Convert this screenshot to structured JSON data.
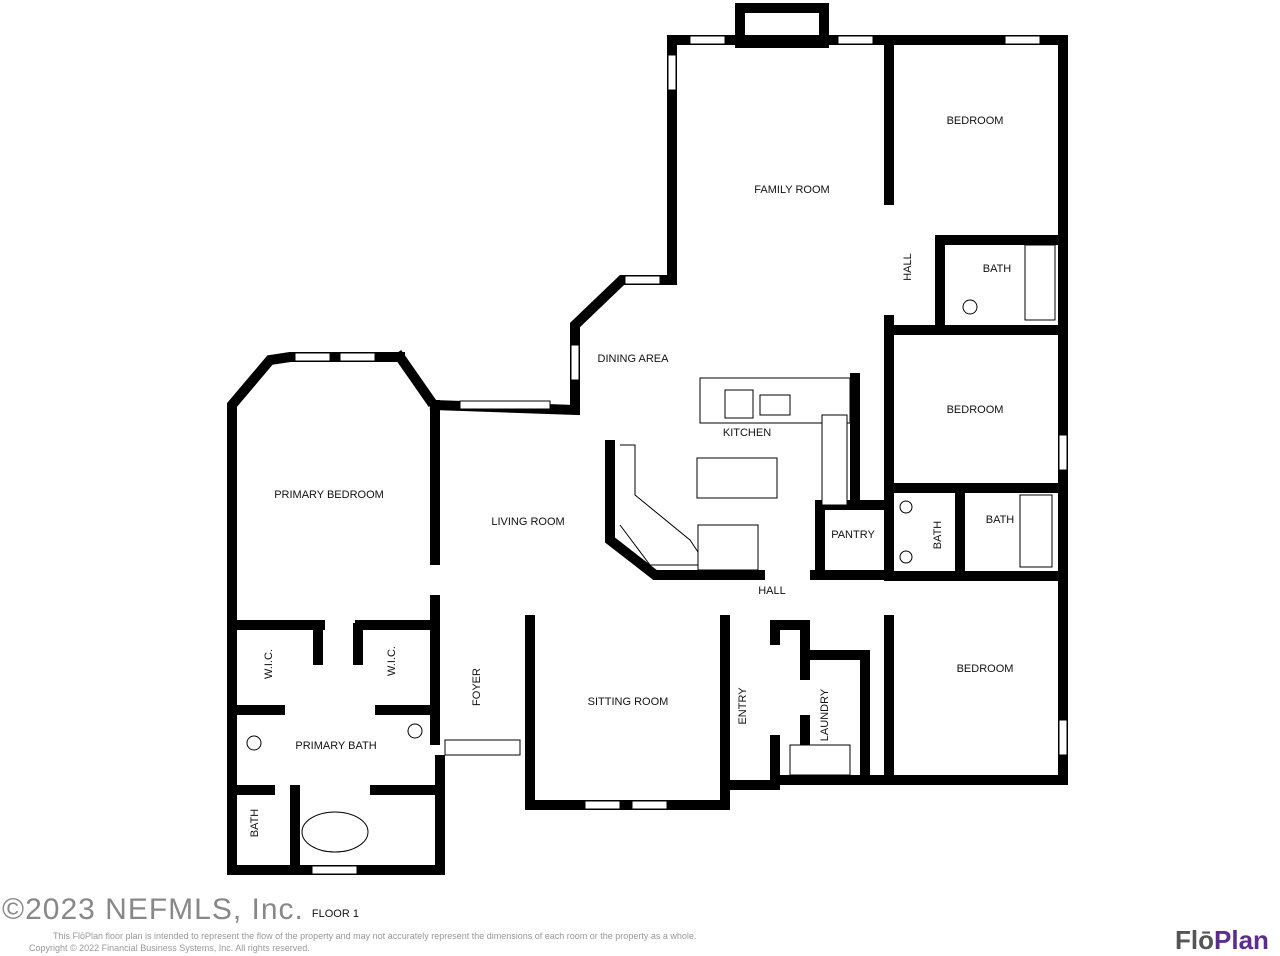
{
  "rooms": {
    "family_room": "FAMILY ROOM",
    "bedroom_1": "BEDROOM",
    "hall_1": "HALL",
    "bath_1": "BATH",
    "dining_area": "DINING AREA",
    "kitchen": "KITCHEN",
    "bedroom_2": "BEDROOM",
    "primary_bedroom": "PRIMARY BEDROOM",
    "living_room": "LIVING ROOM",
    "pantry": "PANTRY",
    "bath_2": "BATH",
    "bath_3": "BATH",
    "hall_2": "HALL",
    "bedroom_3": "BEDROOM",
    "wic_1": "W.I.C.",
    "wic_2": "W.I.C.",
    "foyer": "FOYER",
    "sitting_room": "SITTING ROOM",
    "entry": "ENTRY",
    "laundry": "LAUNDRY",
    "primary_bath": "PRIMARY BATH",
    "bath_4": "BATH"
  },
  "footer": {
    "watermark": "©2023 NEFMLS, Inc.",
    "floor_label": "FLOOR 1",
    "disclaimer": "This FlōPlan floor plan is intended to represent the flow of the property and may not accurately represent the dimensions of each room or the property as a whole.",
    "copyright": "Copyright © 2022 Financial Business Systems, Inc. All rights reserved.",
    "logo_part1": "Flō",
    "logo_part2": "Plan"
  },
  "colors": {
    "wall": "#000000",
    "logo_gray": "#555555",
    "logo_purple": "#5b2d8e"
  }
}
